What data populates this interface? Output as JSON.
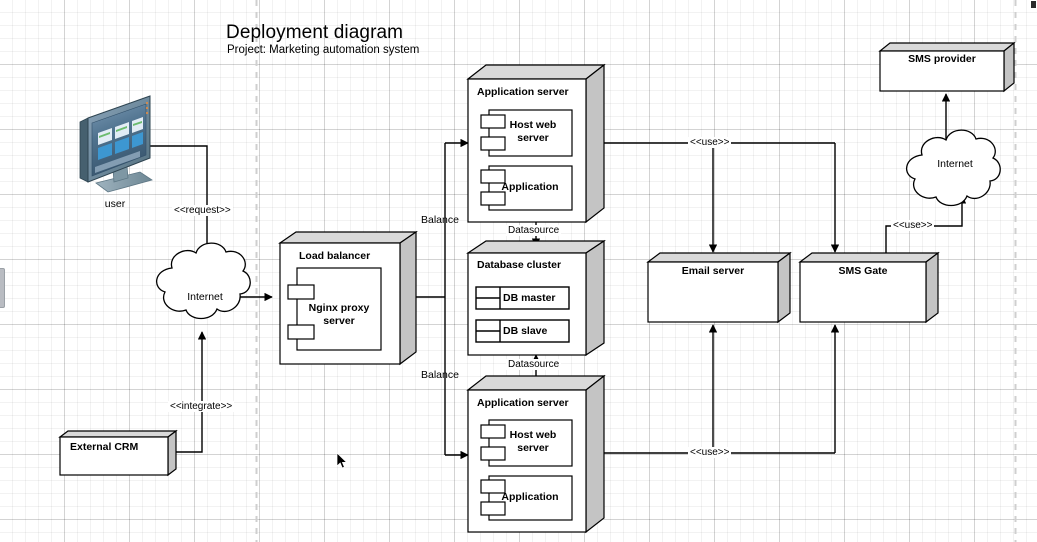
{
  "title": "Deployment diagram",
  "subtitle": "Project: Marketing automation system",
  "nodes": {
    "user": {
      "label": "user",
      "icon": "monitor-icon"
    },
    "internet_left": {
      "label": "Internet",
      "icon": "cloud-icon"
    },
    "internet_right": {
      "label": "Internet",
      "icon": "cloud-icon"
    },
    "external_crm": {
      "label": "External CRM"
    },
    "load_balancer": {
      "label": "Load balancer",
      "components": [
        {
          "label": "Nginx proxy server"
        }
      ]
    },
    "app_server_top": {
      "label": "Application server",
      "components": [
        {
          "label": "Host web server"
        },
        {
          "label": "Application"
        }
      ]
    },
    "app_server_bottom": {
      "label": "Application server",
      "components": [
        {
          "label": "Host web server"
        },
        {
          "label": "Application"
        }
      ]
    },
    "database_cluster": {
      "label": "Database cluster",
      "components": [
        {
          "label": "DB master"
        },
        {
          "label": "DB slave"
        }
      ]
    },
    "email_server": {
      "label": "Email server"
    },
    "sms_gate": {
      "label": "SMS Gate"
    },
    "sms_provider": {
      "label": "SMS provider"
    }
  },
  "edges": [
    {
      "name": "user-to-internet",
      "label": "<<request>>"
    },
    {
      "name": "crm-to-internet",
      "label": "<<integrate>>"
    },
    {
      "name": "lb-to-app-top",
      "label": "Balance"
    },
    {
      "name": "lb-to-app-bottom",
      "label": "Balance"
    },
    {
      "name": "app-top-to-db",
      "label": "Datasource"
    },
    {
      "name": "app-bottom-to-db",
      "label": "Datasource"
    },
    {
      "name": "app-top-to-services",
      "label": "<<use>>"
    },
    {
      "name": "app-bottom-to-services",
      "label": "<<use>>"
    },
    {
      "name": "sms-gate-to-internet",
      "label": "<<use>>"
    }
  ],
  "colors": {
    "stroke": "#000000",
    "node_top_face": "#d9d9d9",
    "node_side_face": "#c8c8c8",
    "node_fill": "#ffffff",
    "grid": "#e8e8e8",
    "page_break": "#d0d0d0",
    "monitor_screen": "#5a7b99",
    "monitor_body": "#4a6a85"
  }
}
